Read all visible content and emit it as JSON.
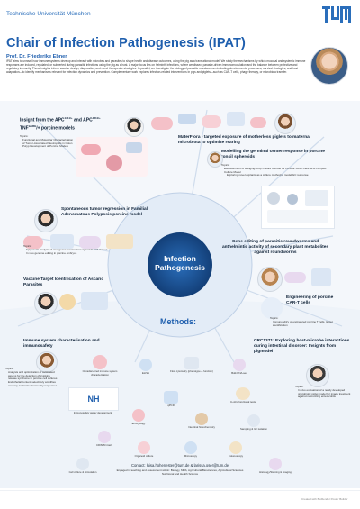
{
  "header": {
    "university": "Technische Universität München",
    "logo_text": "TUM",
    "title": "Chair of Infection Pathogenesis  (IPAT)",
    "professor": "Prof. Dr. Friederike Ebner",
    "intro": "IPAT aims to unravel how immune systems develop and interact with microbes and parasites to shape health and disease outcomes, using the pig as a translational model. We study the mechanisms by which mucosal and systemic immune responses are induced, regulated, or subverted during parasitic infections using the pig as a host. A major focus lies on helminth infections, where we dissect parasite-driven immunomodulation and the balance between protective and regulatory immunity. These insights inform vaccine design, diagnostics, and novel therapeutic strategies. In parallel, we investigate the biology of parasitic roundworms—including developmental processes, survival strategies, and host adaptation—to identify mechanisms relevant for infection dynamics and prevention. Complementary work explores infection-related interventions in pigs and piglets—such as CAR-T cells, phage therapy, or microbiota transfer."
  },
  "center": {
    "line1": "Infection",
    "line2": "Pathogenesis"
  },
  "projects": {
    "apc": {
      "title_prefix": "Insight from the APC",
      "sup1": "1311/+",
      "mid": " and APC",
      "sup2": "1311/+",
      "title_line2": "TNF",
      "sup3": "ΔARE",
      "title_suffix": "/+ porcine models",
      "topics_label": "Topics:",
      "topics": [
        "Functional and Molecular Characterization of Tumor-Associated Neutrophils in Colon Polyp Development of Porcine Models"
      ]
    },
    "materflora": {
      "title": "MaterFlora - targeted exposure of motherless piglets to maternal microbiota to optimize rearing"
    },
    "germinal": {
      "title": "Modelling the germinal center response in porcine tonsil spheroids",
      "topics_label": "Topics:",
      "topics": [
        "Establishment of Hanging-Drop Culture Method for Porcine Tonsil Cells as a Complex Culture Model",
        "Exploring novel explants as a culture method to model GC response"
      ]
    },
    "tumor": {
      "title": "Spontaneous tumor regression in Familial Adenomatous Polyposis porcine model",
      "topics_label": "Topics:",
      "topics": [
        "Epigenetic analysis of oncogenes in intestinal organoids and tissues",
        "In vivo genome editing in porcine embryos"
      ]
    },
    "vaccine": {
      "title": "Vaccine Target Identification of Ascarid Parasites"
    },
    "gene": {
      "title": "Gene editing of parasitic roundworms and anthelmintic activity of secondary plant metabolites against roundworms"
    },
    "cart": {
      "title": "Engineering of porcine CAR-T cells",
      "topics_label": "Topics:",
      "topics": [
        "Immunoeditry of engineered porcine T cells, target identification"
      ]
    }
  },
  "methods": {
    "heading": "Methods:",
    "immune": {
      "title": "Immune system characterisation and immunosafety",
      "topics_label": "Topics:",
      "topics": [
        "Analysis and optimization of cell-based assays for the detection of cytokine release syndrome in porcine cell cultures",
        "Endothelial content selectively amplifies memory and trained immunity responses"
      ]
    },
    "crc": {
      "title": "CRC1371: Exploring host-microbe interactions during intestinal disorder: Insights from pigmodel",
      "topics_label": "Topics:",
      "topics": [
        "In vivo evaluation of a newly developed gnotobiotic piglet model for image treatment against necrotizing enterocolitis"
      ]
    },
    "labels": [
      "Circadian-bred immune system characterization",
      "ELISA",
      "Flow cytometry (phenotype & function)",
      "Bulk RNA-seq",
      "Immunosafety assay development",
      "qPCR",
      "In-vitro functional tests",
      "Embryology",
      "Intestinal histochemistry",
      "Sampling & GF isolation",
      "CRISPR-Cas9",
      "Organoid culture",
      "Microscopy",
      "Colonoscopy",
      "Cell culture & stimulation",
      "Histology/Staining & Imaging"
    ]
  },
  "contact": {
    "line1": "Contact: luisa.hohenester@tum.de  &  larissa.oser@tum.de",
    "line2": "Engaged in teaching and assessment within: Biology, MBS, Agricultural Biosciences, Agricultural Sciences",
    "line3": "Nutritional and Health Science",
    "credit": "Created with BioRender Poster Builder"
  },
  "colors": {
    "brand_blue": "#1f5fae",
    "hub": "#1c4e8f",
    "light": "#eaf1f9"
  }
}
